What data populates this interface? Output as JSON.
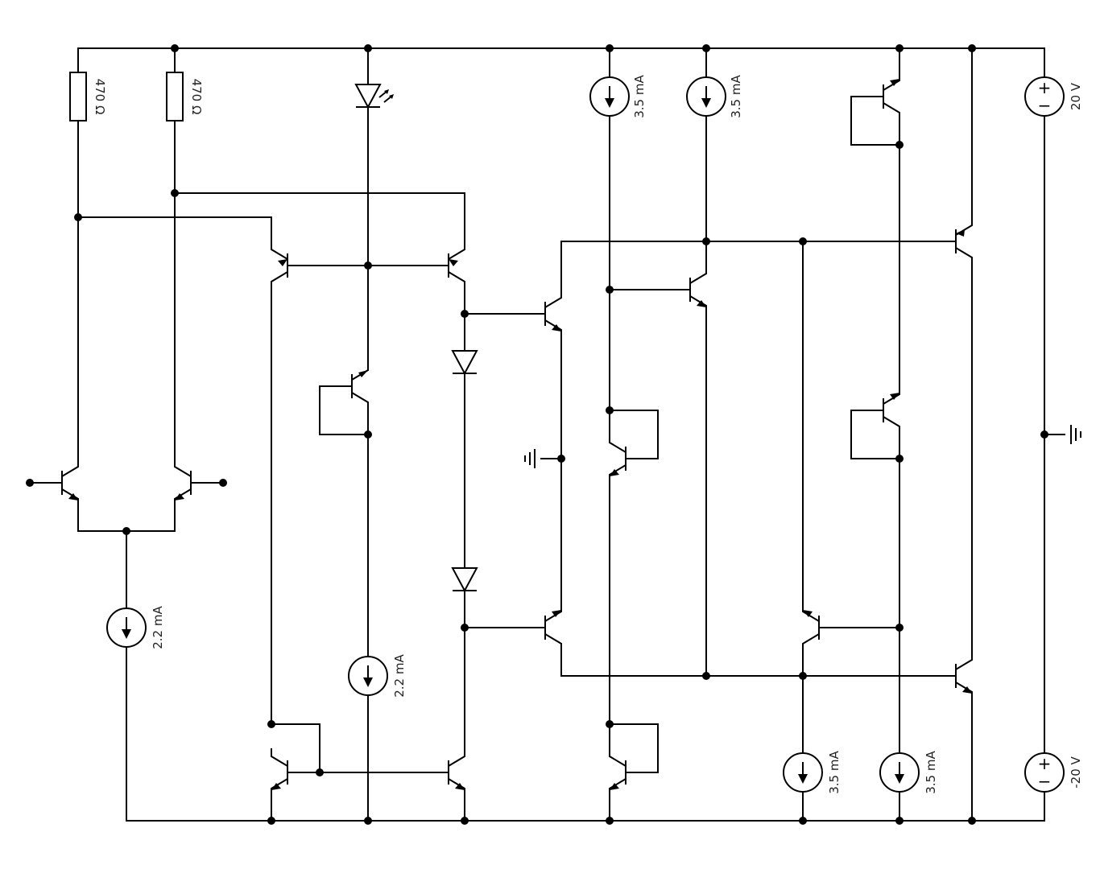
{
  "labels": {
    "r1": "470 Ω",
    "r2": "470 Ω",
    "cs_top1": "3.5 mA",
    "cs_top2": "3.5 mA",
    "cs_tail": "2.2 mA",
    "cs_mid": "2.2 mA",
    "cs_bot1": "3.5 mA",
    "cs_bot2": "3.5 mA",
    "v_pos": "20 V",
    "v_neg": "-20 V"
  },
  "glyphs": {
    "plus": "+",
    "minus": "−"
  }
}
